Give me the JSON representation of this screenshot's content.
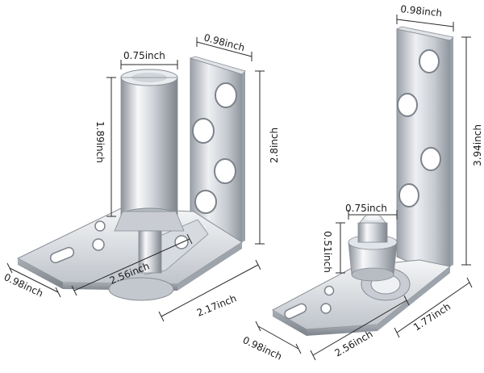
{
  "left_hinge": {
    "pin_diameter": "0.75inch",
    "pin_height": "1.89inch",
    "bracket_width": "0.98inch",
    "bracket_height": "2.8inch",
    "plate_width": "0.98inch",
    "plate_length": "2.56inch",
    "base_length": "2.17inch"
  },
  "right_hinge": {
    "bracket_width": "0.98inch",
    "bracket_height": "3.94inch",
    "pin_diameter": "0.75inch",
    "pin_height": "0.51inch",
    "plate_width": "0.98inch",
    "plate_length": "2.56inch",
    "base_length": "1.77inch"
  },
  "colors": {
    "steel_light": "#f2f3f5",
    "steel_mid": "#c9cdd3",
    "steel_dark": "#8d939b",
    "hole": "#ffffff",
    "dimension": "#2a2a2a"
  }
}
